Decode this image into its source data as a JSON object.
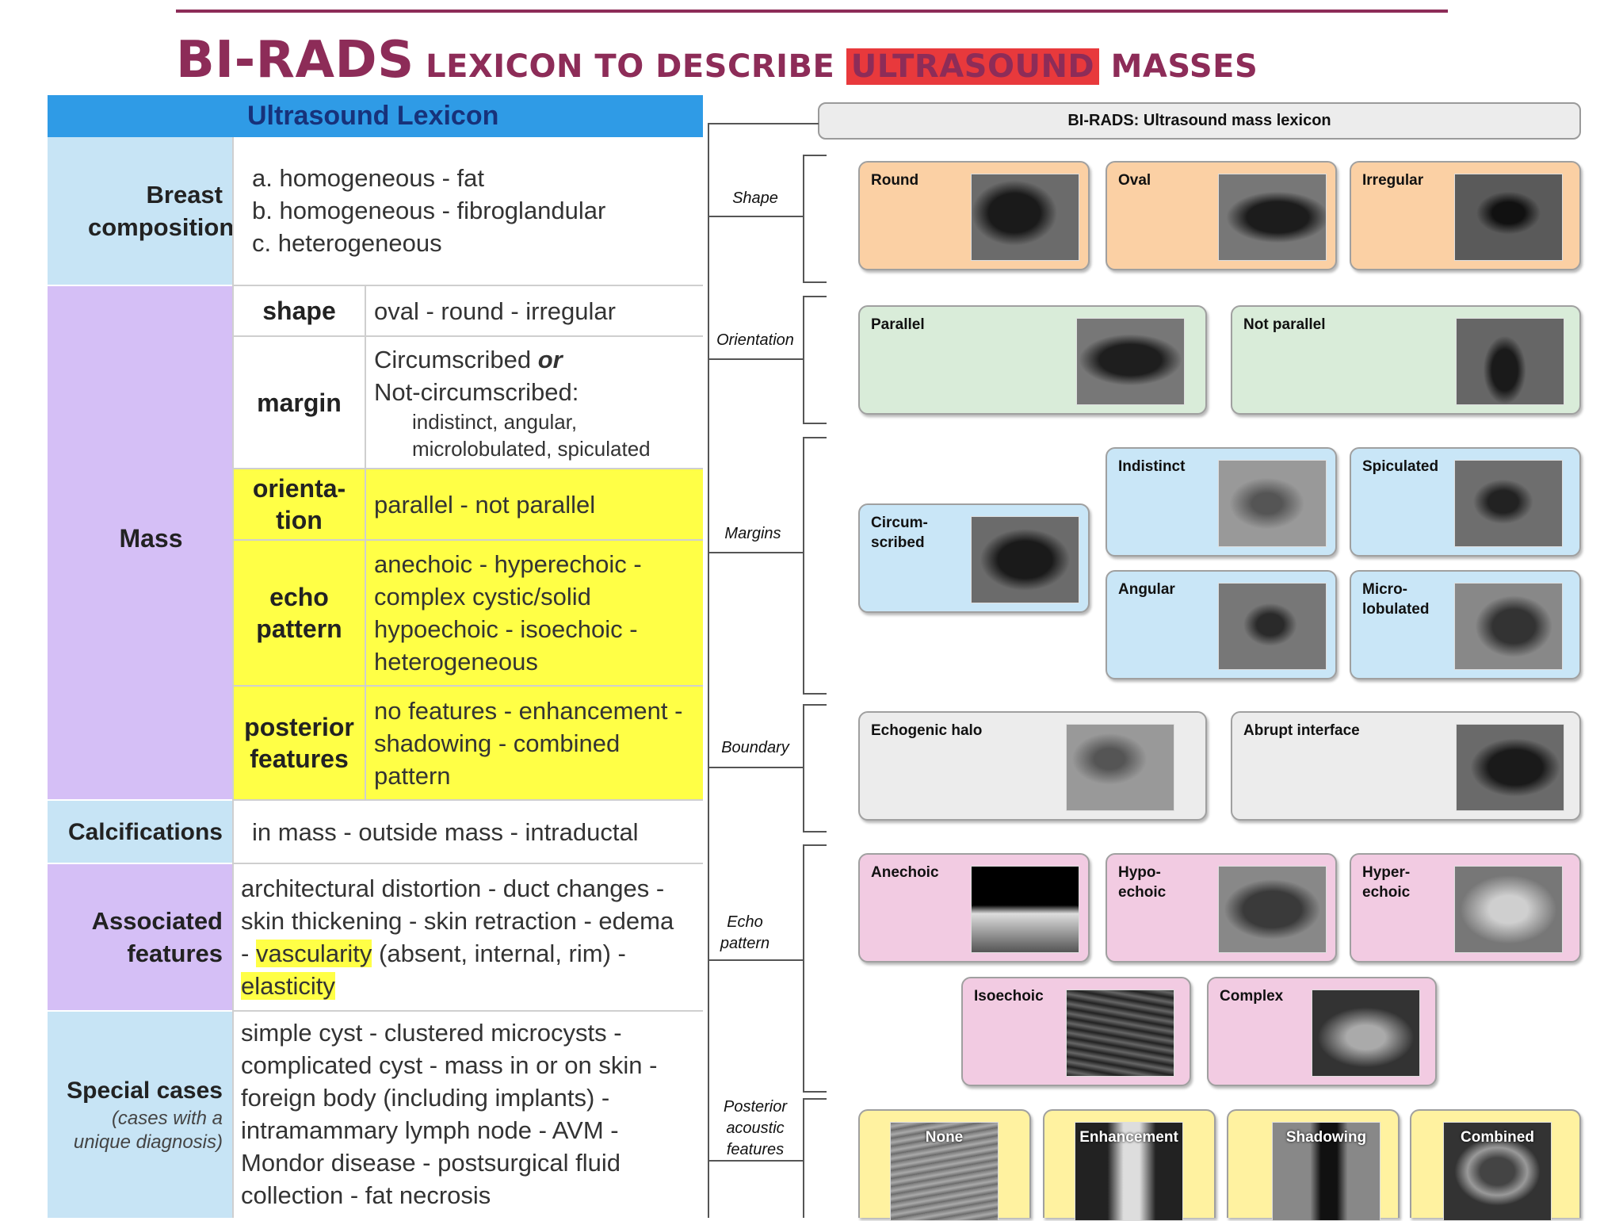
{
  "title": {
    "part1_big": "BI-RADS",
    "part2": "LEXICON TO DESCRIBE",
    "part3_highlight": "ULTRASOUND",
    "part4": "MASSES"
  },
  "lexicon": {
    "header": "Ultrasound Lexicon",
    "breast_composition": {
      "label": "Breast composition",
      "items": [
        "a. homogeneous - fat",
        "b. homogeneous - fibroglandular",
        "c. heterogeneous"
      ]
    },
    "mass": {
      "label": "Mass",
      "shape": {
        "label": "shape",
        "value": "oval - round - irregular"
      },
      "margin": {
        "label": "margin",
        "line1a": "Circumscribed",
        "line1b": "or",
        "line2": "Not-circumscribed:",
        "line3": "indistinct, angular,",
        "line4": "microlobulated, spiculated"
      },
      "orientation": {
        "label": "orienta-tion",
        "value": "parallel - not parallel"
      },
      "echo_pattern": {
        "label": "echo pattern",
        "lines": [
          "anechoic - hyperechoic -",
          "complex cystic/solid",
          "hypoechoic - isoechoic -",
          "heterogeneous"
        ]
      },
      "posterior": {
        "label": "posterior features",
        "lines": [
          "no features - enhancement -",
          "shadowing - combined",
          "pattern"
        ]
      }
    },
    "calcifications": {
      "label": "Calcifications",
      "value": "in mass - outside mass - intraductal"
    },
    "associated": {
      "label": "Associated features",
      "line1": "architectural distortion - duct changes -",
      "line2": "skin thickening - skin retraction - edema",
      "line3_pre": "-",
      "line3_hl": "vascularity",
      "line3_post": "(absent, internal, rim) -",
      "line4_hl": "elasticity"
    },
    "special": {
      "label": "Special cases",
      "note": "(cases with a unique diagnosis)",
      "lines": [
        "simple cyst - clustered microcysts -",
        "complicated cyst - mass in or on skin -",
        "foreign body (including implants) -",
        "intramammary lymph node - AVM -",
        "Mondor disease - postsurgical fluid",
        "collection - fat necrosis"
      ]
    }
  },
  "diagram": {
    "header": "BI-RADS: Ultrasound mass lexicon",
    "sections": {
      "shape": "Shape",
      "orientation": "Orientation",
      "margins": "Margins",
      "boundary": "Boundary",
      "echo": "Echo pattern",
      "posterior": "Posterior acoustic features"
    },
    "boxes": {
      "round": "Round",
      "oval": "Oval",
      "irregular": "Irregular",
      "parallel": "Parallel",
      "not_parallel": "Not parallel",
      "circumscribed": "Circum-scribed",
      "indistinct": "Indistinct",
      "spiculated": "Spiculated",
      "angular": "Angular",
      "microlobulated": "Micro-lobulated",
      "echogenic_halo": "Echogenic halo",
      "abrupt_interface": "Abrupt interface",
      "anechoic": "Anechoic",
      "hypoechoic": "Hypo-echoic",
      "hyperechoic": "Hyper-echoic",
      "isoechoic": "Isoechoic",
      "complex": "Complex",
      "none": "None",
      "enhancement": "Enhancement",
      "shadowing": "Shadowing",
      "combined": "Combined"
    }
  },
  "colors": {
    "title": "#8d2c58",
    "title_highlight": "#e8393c",
    "header_blue": "#2f9be6",
    "cat_blue": "#c7e4f5",
    "cat_purple": "#d5bff6",
    "highlight_yellow": "#ffff46",
    "box_orange": "#fbd0a4",
    "box_green": "#d9ecd9",
    "box_blue": "#c9e6f7",
    "box_gray": "#ececec",
    "box_pink": "#f2cbe2",
    "box_yellow": "#fff2a0"
  }
}
